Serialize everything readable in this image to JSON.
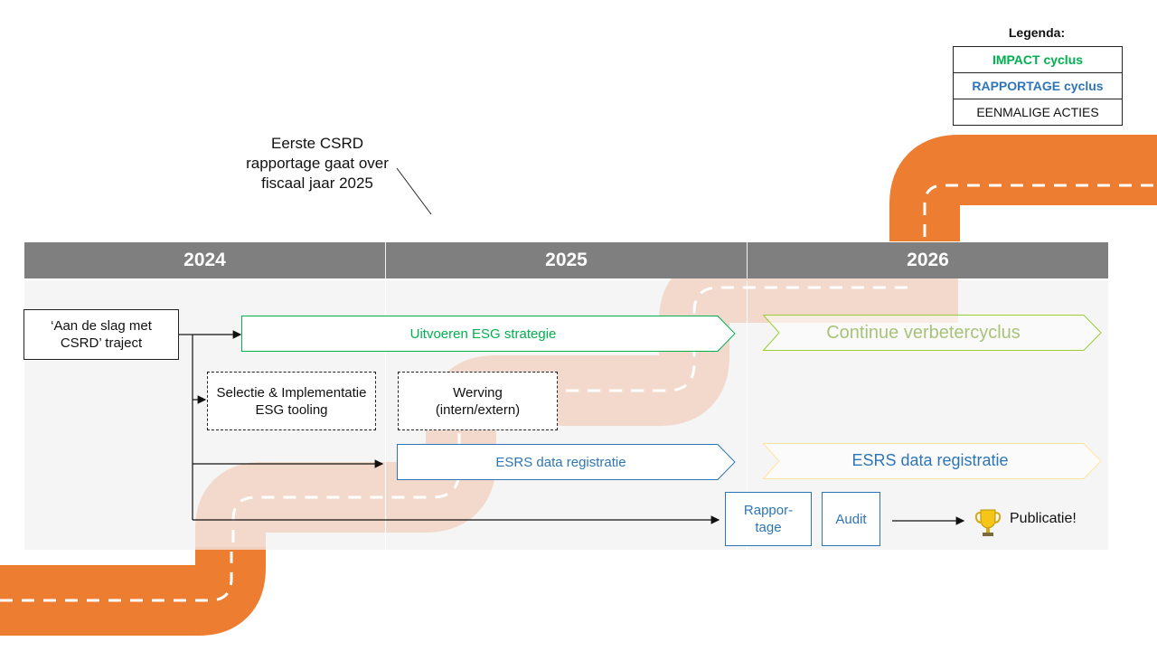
{
  "note": "Eerste CSRD rapportage gaat over fiscaal jaar 2025",
  "years": [
    "2024",
    "2025",
    "2026"
  ],
  "start": "‘Aan de slag met CSRD’ traject",
  "impact_2025": "Uitvoeren ESG strategie",
  "impact_2026": "Continue verbetercyclus",
  "selectie": "Selectie & Implementatie ESG tooling",
  "werving": "Werving (intern/extern)",
  "esrs_2025": "ESRS data registratie",
  "esrs_2026": "ESRS data registratie",
  "rapportage": "Rappor-tage",
  "audit": "Audit",
  "publicatie": "Publicatie!",
  "legend": {
    "title": "Legenda:",
    "impact": "IMPACT cyclus",
    "rapportage": "RAPPORTAGE cyclus",
    "eenmalig": "EENMALIGE ACTIES"
  },
  "colors": {
    "impact": "#00b050",
    "rapportage": "#2e75b6",
    "road": "#ed7d31",
    "road_faded": "#f1d3c3",
    "year_bar": "#7f7f7f"
  }
}
